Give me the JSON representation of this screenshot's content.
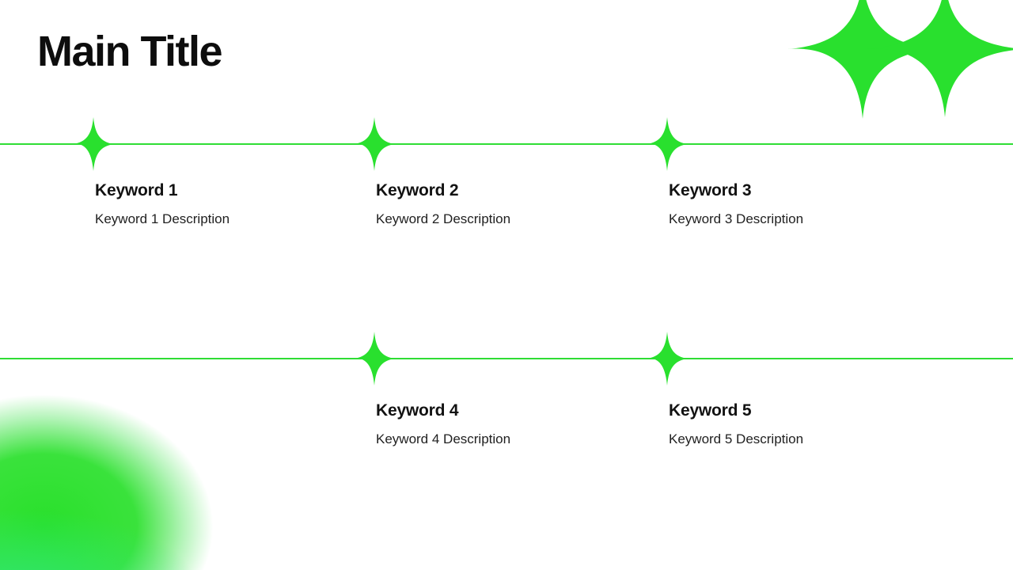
{
  "slide": {
    "title": "Main Title"
  },
  "colors": {
    "accent_green": "#29e02e",
    "emerald_green": "#2ee66e",
    "line_green": "#2fdd35",
    "title_text": "#0d0d0d",
    "heading_text": "#121212",
    "description_text": "#212121",
    "background": "#ffffff"
  },
  "decorations": {
    "top_right": "two large four-point green sparkles",
    "timeline_marker": "small four-point green sparkle",
    "bottom_left": "blurred green gradient blob"
  },
  "rows": [
    {
      "items": [
        {
          "keyword": "Keyword 1",
          "description": "Keyword 1 Description"
        },
        {
          "keyword": "Keyword 2",
          "description": "Keyword 2 Description"
        },
        {
          "keyword": "Keyword 3",
          "description": "Keyword 3 Description"
        }
      ]
    },
    {
      "items": [
        {
          "keyword": "Keyword 4",
          "description": "Keyword 4 Description"
        },
        {
          "keyword": "Keyword 5",
          "description": "Keyword 5 Description"
        }
      ]
    }
  ]
}
